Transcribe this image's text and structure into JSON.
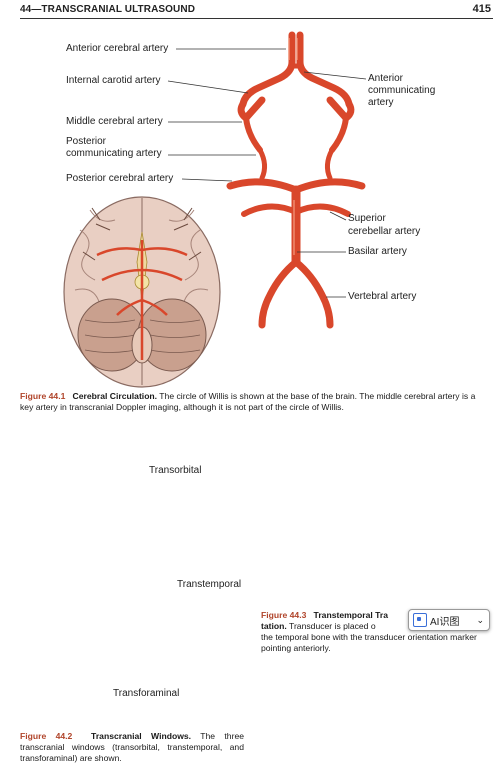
{
  "header": {
    "chapter_title": "44—TRANSCRANIAL ULTRASOUND",
    "page_number": "415"
  },
  "fig1": {
    "labels": {
      "aca": "Anterior cerebral artery",
      "ica": "Internal carotid artery",
      "mca": "Middle cerebral artery",
      "pcom1": "Posterior",
      "pcom2": "communicating artery",
      "pca": "Posterior cerebral artery",
      "acom1": "Anterior",
      "acom2": "communicating",
      "acom3": "artery",
      "sca1": "Superior",
      "sca2": "cerebellar artery",
      "basilar": "Basilar artery",
      "vertebral": "Vertebral artery"
    },
    "caption_number": "Figure 44.1",
    "caption_title": "Cerebral Circulation.",
    "caption_text": " The circle of Willis is shown at the base of the brain. The middle cerebral artery is a key artery in transcranial Doppler imaging, although it is not part of the circle of Willis."
  },
  "fig2": {
    "labels": {
      "transorbital": "Transorbital",
      "transtemporal": "Transtemporal",
      "transforaminal": "Transforaminal"
    },
    "caption_number": "Figure 44.2",
    "caption_title": "Transcranial Windows.",
    "caption_text": " The three transcranial windows (transorbital, transtemporal, and transforaminal) are shown."
  },
  "fig3": {
    "caption_number": "Figure 44.3",
    "caption_title": "Transtemporal Tra",
    "caption_title2": "tation.",
    "caption_line2": " Transducer is placed o",
    "caption_line2b": "the temporal bone with the transducer orientation marker pointing anteriorly."
  },
  "ai_widget": {
    "label": "AI识图",
    "chevron": "⌄"
  },
  "colors": {
    "artery": "#d9472b",
    "artery_dark": "#b8321a",
    "accent_caption": "#b0442a"
  }
}
